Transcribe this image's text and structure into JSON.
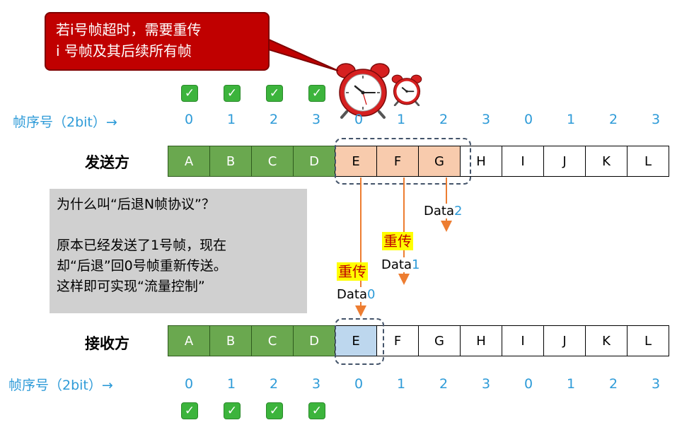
{
  "callout": {
    "line1": "若i号帧超时，需要重传",
    "line2": "i 号帧及其后续所有帧"
  },
  "top_checks": [
    "✓",
    "✓",
    "✓",
    "✓"
  ],
  "bottom_checks": [
    "✓",
    "✓",
    "✓",
    "✓"
  ],
  "sequence": {
    "label": "帧序号（2bit）→",
    "numbers": [
      "0",
      "1",
      "2",
      "3",
      "0",
      "1",
      "2",
      "3",
      "0",
      "1",
      "2",
      "3"
    ]
  },
  "sender": {
    "label": "发送方",
    "frames": [
      "A",
      "B",
      "C",
      "D",
      "E",
      "F",
      "G",
      "H",
      "I",
      "J",
      "K",
      "L"
    ]
  },
  "receiver": {
    "label": "接收方",
    "frames": [
      "A",
      "B",
      "C",
      "D",
      "E",
      "F",
      "G",
      "H",
      "I",
      "J",
      "K",
      "L"
    ]
  },
  "infobox": {
    "question": "为什么叫“后退N帧协议”？",
    "line1": "原本已经发送了1号帧，现在",
    "line2": "却“后退”回0号帧重新传送。",
    "line3": "这样即可实现“流量控制”"
  },
  "transmissions": [
    {
      "retransmit": "重传",
      "data": "Data",
      "index": "0"
    },
    {
      "retransmit": "重传",
      "data": "Data",
      "index": "1"
    },
    {
      "data": "Data",
      "index": "2"
    }
  ],
  "icons": {
    "check": "check-icon",
    "timer_big": "alarm-clock-icon",
    "timer_small": "alarm-clock-icon"
  },
  "colors": {
    "acked": "#6aa84f",
    "window": "#f8cbad",
    "receiver_expected": "#bdd7ee",
    "callout": "#c00000",
    "arrow": "#ed7d31",
    "sequence_text": "#2e9bd8",
    "highlight": "#ffff00"
  }
}
